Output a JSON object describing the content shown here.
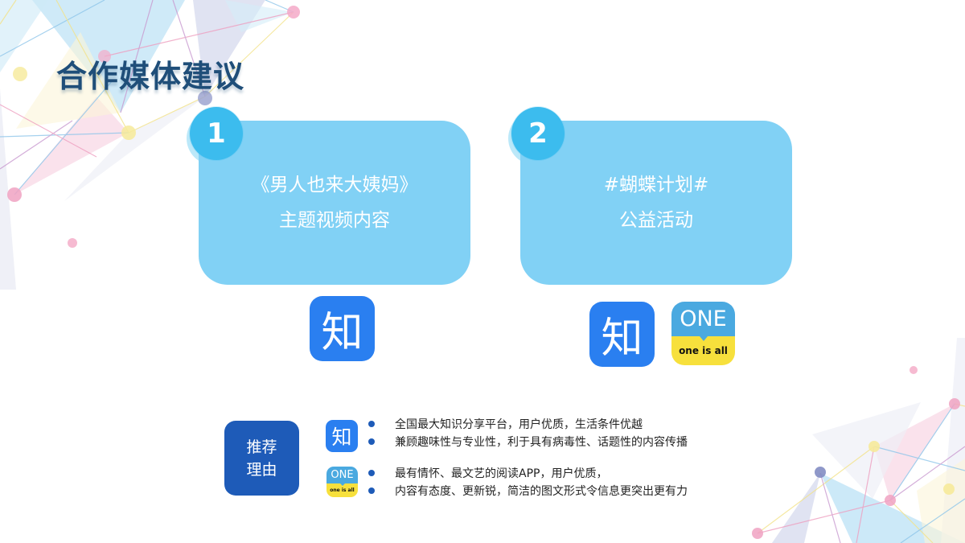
{
  "page": {
    "title": "合作媒体建议"
  },
  "cards": [
    {
      "number": "1",
      "line1": "《男人也来大姨妈》",
      "line2": "主题视频内容",
      "logos": [
        "zhihu"
      ]
    },
    {
      "number": "2",
      "line1": "#蝴蝶计划#",
      "line2": "公益活动",
      "logos": [
        "zhihu",
        "one"
      ]
    }
  ],
  "logos": {
    "zhihu": {
      "glyph": "知",
      "color": "#2a7ff0"
    },
    "one": {
      "top_text": "ONE",
      "bottom_text": "one is all",
      "top_color": "#4aa9e0",
      "bottom_color": "#f7e03c"
    }
  },
  "reasons": {
    "label_line1": "推荐",
    "label_line2": "理由",
    "groups": [
      {
        "logo": "zhihu",
        "items": [
          "全国最大知识分享平台，用户优质，生活条件优越",
          "兼顾趣味性与专业性，利于具有病毒性、话题性的内容传播"
        ]
      },
      {
        "logo": "one",
        "items": [
          "最有情怀、最文艺的阅读APP，用户优质，",
          "内容有态度、更新锐，简洁的图文形式令信息更突出更有力"
        ]
      }
    ]
  },
  "colors": {
    "title": "#1f4e79",
    "card_bg": "#81d1f5",
    "badge": "#3cbcee",
    "reason_box": "#1e5bb8",
    "bullet": "#1e5bb8"
  }
}
